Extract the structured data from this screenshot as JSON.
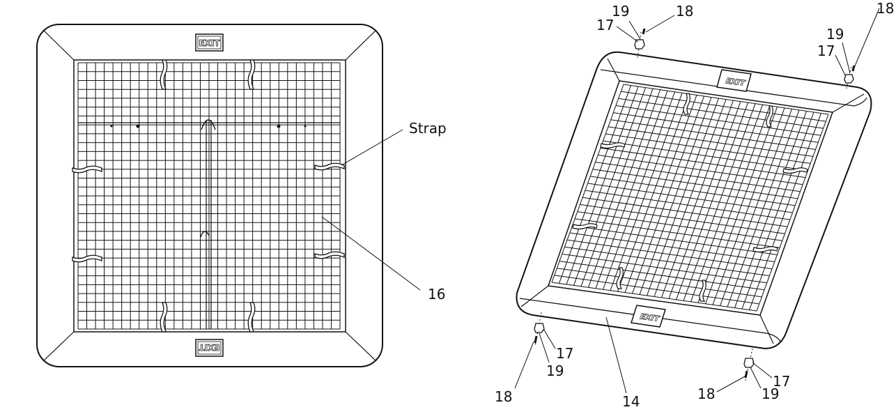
{
  "views": {
    "top": {
      "logo_top": "EXIT",
      "logo_bottom": "EXIT",
      "callouts": {
        "strap": "Strap",
        "mesh": "16"
      }
    },
    "perspective": {
      "logo_back": "EXIT",
      "logo_front": "EXIT",
      "callouts": {
        "frame": "14",
        "tr_18": "18",
        "tr_19": "19",
        "tr_17": "17",
        "tl_19": "19",
        "tl_18": "18",
        "tl_17": "17",
        "bl_17": "17",
        "bl_19": "19",
        "bl_18": "18",
        "br_17": "17",
        "br_19": "19",
        "br_18": "18"
      }
    }
  },
  "colors": {
    "ink": "#111111",
    "paper": "#ffffff"
  }
}
